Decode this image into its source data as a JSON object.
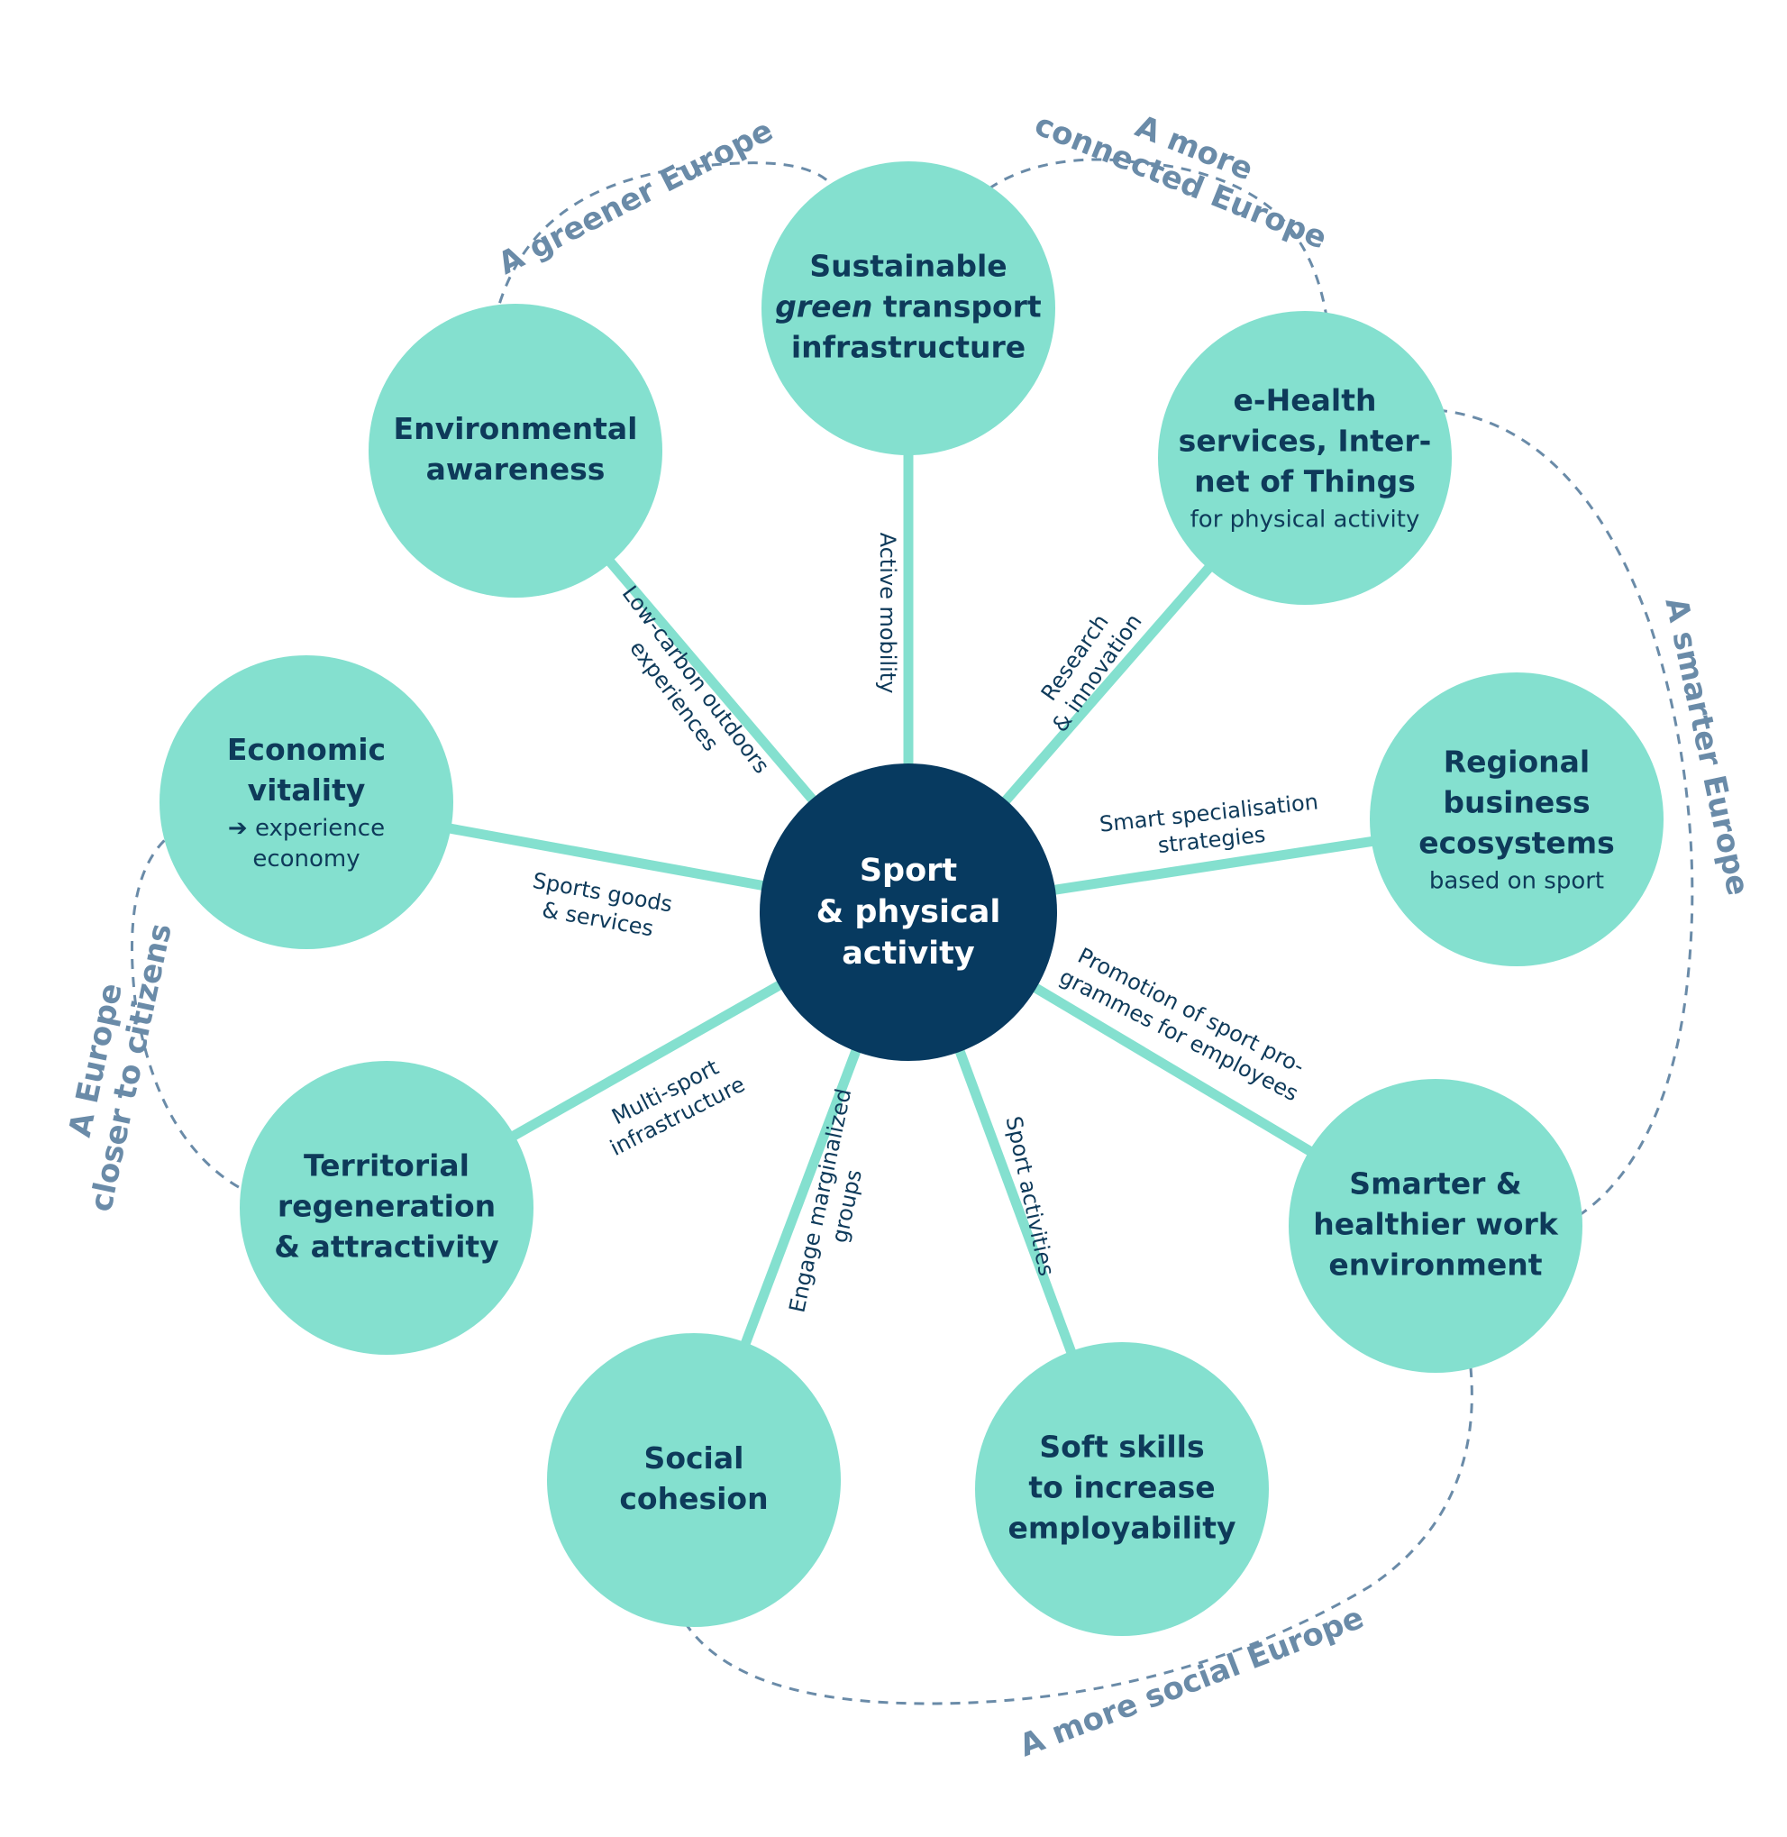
{
  "colors": {
    "node_fill": "#84e0cf",
    "center_fill": "#073a60",
    "edge": "#84e0cf",
    "text_dark": "#0e3a5a",
    "dashed": "#6a8ba8"
  },
  "center": {
    "lines": [
      "Sport",
      "& physical",
      "activity"
    ]
  },
  "nodes": [
    {
      "id": "green-transport",
      "lines": [
        "Sustainable",
        "green transport",
        "infrastructure"
      ],
      "italic_word": "green",
      "sub": []
    },
    {
      "id": "ehealth",
      "lines": [
        "e-Health",
        "services, Inter-",
        "net of Things"
      ],
      "sub": [
        "for physical activity"
      ]
    },
    {
      "id": "regional",
      "lines": [
        "Regional",
        "business",
        "ecosystems"
      ],
      "sub": [
        "based on sport"
      ]
    },
    {
      "id": "smarter-work",
      "lines": [
        "Smarter &",
        "healthier work",
        "environment"
      ],
      "sub": []
    },
    {
      "id": "soft-skills",
      "lines": [
        "Soft skills",
        "to increase",
        "employability"
      ],
      "sub": []
    },
    {
      "id": "social-cohesion",
      "lines": [
        "Social",
        "cohesion"
      ],
      "sub": []
    },
    {
      "id": "territorial",
      "lines": [
        "Territorial",
        "regeneration",
        "& attractivity"
      ],
      "sub": []
    },
    {
      "id": "economic",
      "lines": [
        "Economic",
        "vitality"
      ],
      "sub": [
        "➔ experience",
        "economy"
      ]
    },
    {
      "id": "environmental",
      "lines": [
        "Environmental",
        "awareness"
      ],
      "sub": []
    }
  ],
  "edges": [
    {
      "to": "green-transport",
      "label": [
        "Active mobility"
      ]
    },
    {
      "to": "ehealth",
      "label": [
        "Research",
        "& innovation"
      ]
    },
    {
      "to": "regional",
      "label": [
        "Smart specialisation",
        "strategies"
      ]
    },
    {
      "to": "smarter-work",
      "label": [
        "Promotion of sport pro-",
        "grammes for employees"
      ]
    },
    {
      "to": "soft-skills",
      "label": [
        "Sport activities"
      ]
    },
    {
      "to": "social-cohesion",
      "label": [
        "Engage marginalized",
        "groups"
      ]
    },
    {
      "to": "territorial",
      "label": [
        "Multi-sport",
        "infrastructure"
      ]
    },
    {
      "to": "economic",
      "label": [
        "Sports goods",
        "& services"
      ]
    },
    {
      "to": "environmental",
      "label": [
        "Low-carbon outdoors",
        "experiences"
      ]
    }
  ],
  "groups": [
    {
      "id": "greener",
      "label": [
        "A greener Europe"
      ]
    },
    {
      "id": "connected",
      "label": [
        "A more",
        "connected Europe"
      ]
    },
    {
      "id": "smarter",
      "label": [
        "A smarter Europe"
      ]
    },
    {
      "id": "social",
      "label": [
        "A more social Europe"
      ]
    },
    {
      "id": "closer",
      "label": [
        "A Europe",
        "closer to citizens"
      ]
    }
  ]
}
